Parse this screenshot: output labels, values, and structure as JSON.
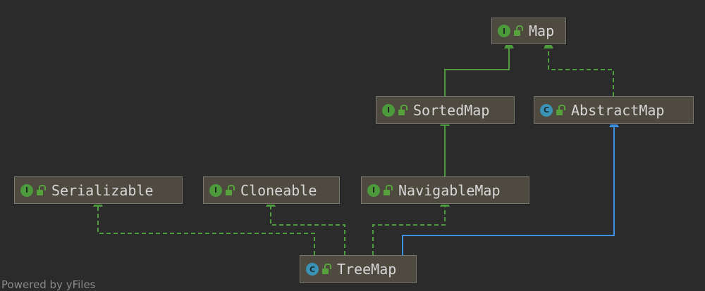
{
  "colors": {
    "implements_edge": "#4e9a3e",
    "extends_edge": "#3f8fe0",
    "interface_badge": "#4d9a3c",
    "class_badge": "#3a93b4"
  },
  "nodes": {
    "map": {
      "label": "Map",
      "kind_letter": "I",
      "icon": "interface-icon"
    },
    "sorted_map": {
      "label": "SortedMap",
      "kind_letter": "I",
      "icon": "interface-icon"
    },
    "abstract_map": {
      "label": "AbstractMap",
      "kind_letter": "C",
      "icon": "abstract-class-icon"
    },
    "serializable": {
      "label": "Serializable",
      "kind_letter": "I",
      "icon": "interface-icon"
    },
    "cloneable": {
      "label": "Cloneable",
      "kind_letter": "I",
      "icon": "interface-icon"
    },
    "navigable_map": {
      "label": "NavigableMap",
      "kind_letter": "I",
      "icon": "interface-icon"
    },
    "tree_map": {
      "label": "TreeMap",
      "kind_letter": "C",
      "icon": "class-icon"
    }
  },
  "edges": [
    {
      "from": "SortedMap",
      "to": "Map",
      "relation": "extends-interface",
      "style": "solid-green"
    },
    {
      "from": "AbstractMap",
      "to": "Map",
      "relation": "implements",
      "style": "dashed-green"
    },
    {
      "from": "NavigableMap",
      "to": "SortedMap",
      "relation": "extends-interface",
      "style": "solid-green"
    },
    {
      "from": "TreeMap",
      "to": "Serializable",
      "relation": "implements",
      "style": "dashed-green"
    },
    {
      "from": "TreeMap",
      "to": "Cloneable",
      "relation": "implements",
      "style": "dashed-green"
    },
    {
      "from": "TreeMap",
      "to": "NavigableMap",
      "relation": "implements",
      "style": "dashed-green"
    },
    {
      "from": "TreeMap",
      "to": "AbstractMap",
      "relation": "extends",
      "style": "solid-blue"
    }
  ],
  "footer": {
    "text": "Powered by yFiles"
  }
}
